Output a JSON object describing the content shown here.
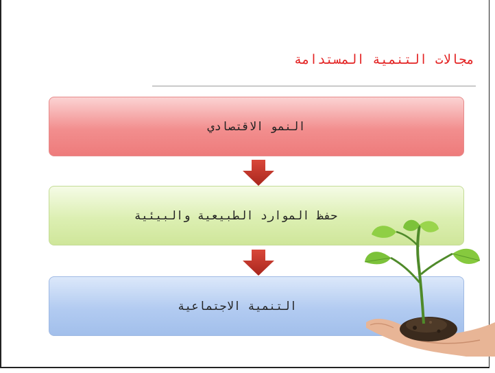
{
  "slide": {
    "title": "مجالات التنمية المستدامة",
    "boxes": [
      {
        "label": "النمو الاقتصادي",
        "color": "#f08888"
      },
      {
        "label": "حفظ الموارد الطبيعية والبيئية",
        "color": "#d8ecab"
      },
      {
        "label": "التنمية الاجتماعية",
        "color": "#adc7ef"
      }
    ],
    "arrow_color": "#c0392b",
    "illustration": "plant-in-hand"
  }
}
